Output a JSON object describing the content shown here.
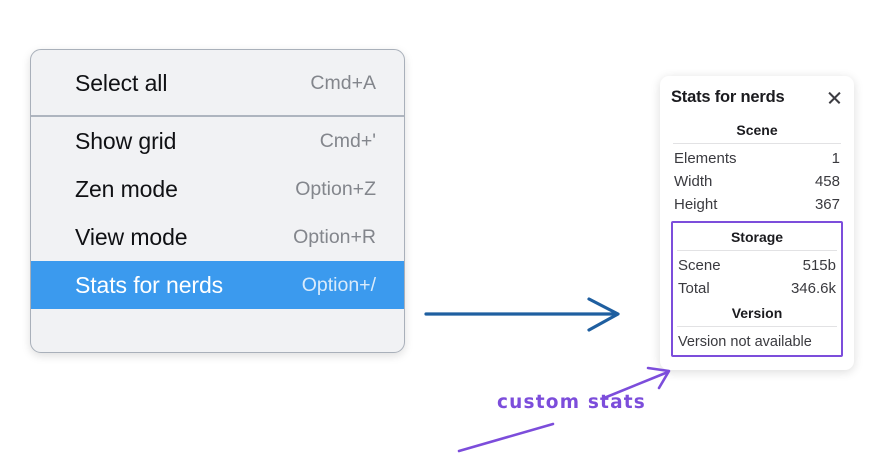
{
  "context_menu": {
    "groups": [
      {
        "items": [
          {
            "label": "Select all",
            "shortcut": "Cmd+A",
            "selected": false
          }
        ]
      },
      {
        "items": [
          {
            "label": "Show grid",
            "shortcut": "Cmd+'",
            "selected": false
          },
          {
            "label": "Zen mode",
            "shortcut": "Option+Z",
            "selected": false
          },
          {
            "label": "View mode",
            "shortcut": "Option+R",
            "selected": false
          },
          {
            "label": "Stats for nerds",
            "shortcut": "Option+/",
            "selected": true
          }
        ]
      }
    ],
    "highlight_color": "#3b9aee"
  },
  "stats_panel": {
    "title": "Stats for nerds",
    "close_icon": "close-icon",
    "scene": {
      "heading": "Scene",
      "rows": [
        {
          "key": "Elements",
          "value": "1"
        },
        {
          "key": "Width",
          "value": "458"
        },
        {
          "key": "Height",
          "value": "367"
        }
      ]
    },
    "storage": {
      "heading": "Storage",
      "rows": [
        {
          "key": "Scene",
          "value": "515b"
        },
        {
          "key": "Total",
          "value": "346.6k"
        }
      ]
    },
    "version": {
      "heading": "Version",
      "note": "Version not available"
    },
    "highlight_color": "#7c4ddb"
  },
  "annotations": {
    "hand_label": "custom stats",
    "hand_color": "#7c4ddb",
    "arrow_color": "#1f5fa0"
  }
}
